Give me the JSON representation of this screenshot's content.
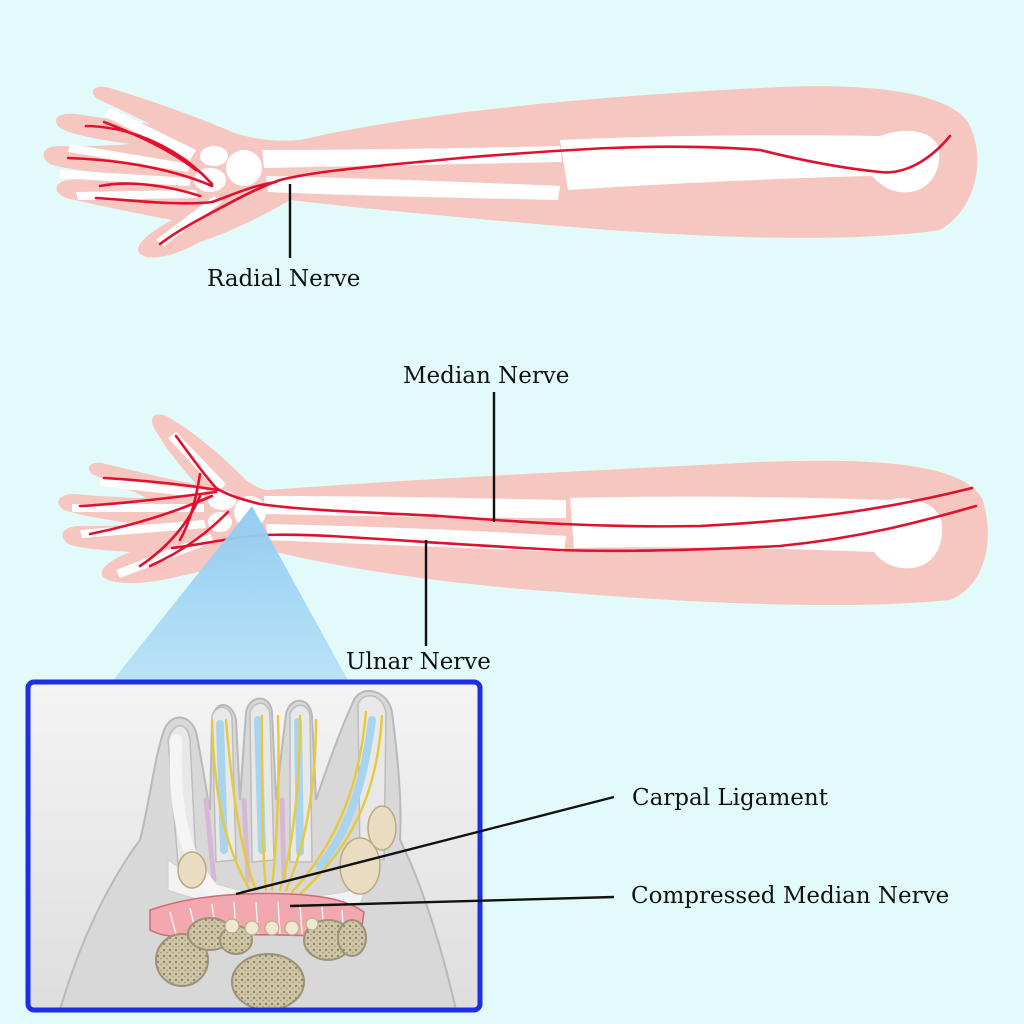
{
  "labels": {
    "radial": "Radial Nerve",
    "median": "Median Nerve",
    "ulnar": "Ulnar Nerve",
    "carpal": "Carpal Ligament",
    "compressed": "Compressed Median Nerve"
  },
  "colors": {
    "background": "#e2fbfa",
    "skin": "#f6c7c0",
    "bone": "#ffffff",
    "nerve": "#e0102e",
    "inset_frame": "#1d2fe6",
    "zoom_cone": "#9fd3f4"
  }
}
